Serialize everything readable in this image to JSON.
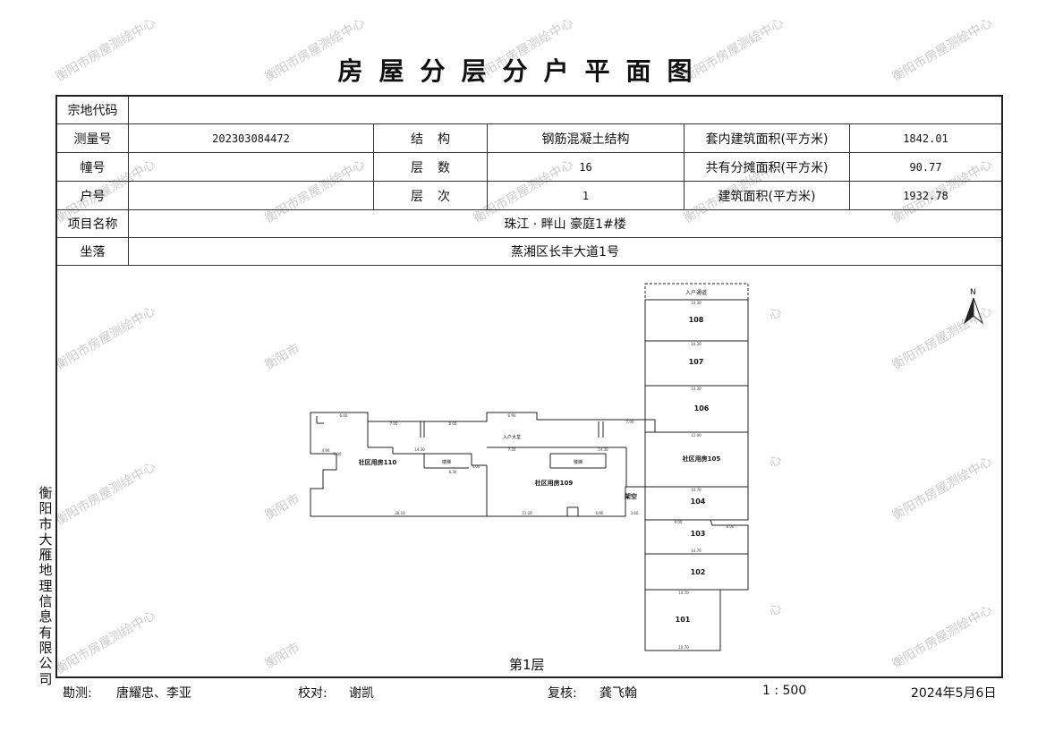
{
  "title": "房屋分层分户平面图",
  "watermark": "衡阳市房屋测绘中心",
  "watermark_short": "衡阳市",
  "watermark_tail": "心",
  "company": "衡阳市大雁地理信息有限公司",
  "table": {
    "parcel_code_label": "宗地代码",
    "parcel_code_value": "",
    "survey_no_label": "测量号",
    "survey_no_value": "202303084472",
    "structure_label": "结构",
    "structure_value": "钢筋混凝土结构",
    "inner_area_label": "套内建筑面积(平方米)",
    "inner_area_value": "1842.01",
    "building_no_label": "幢号",
    "building_no_value": "",
    "floors_label": "层数",
    "floors_value": "16",
    "shared_area_label": "共有分摊面积(平方米)",
    "shared_area_value": "90.77",
    "unit_no_label": "户号",
    "unit_no_value": "",
    "floor_label": "层次",
    "floor_value": "1",
    "building_area_label": "建筑面积(平方米)",
    "building_area_value": "1932.78",
    "project_name_label": "项目名称",
    "project_name_value": "珠江 · 畔山 豪庭1#楼",
    "location_label": "坐落",
    "location_value": "蒸湘区长丰大道1号"
  },
  "plan": {
    "floor_caption": "第1层",
    "north": "N",
    "rooms": {
      "r108": "108",
      "r107": "107",
      "r106": "106",
      "r105": "社区用房105",
      "r104": "104",
      "r103": "103",
      "r102": "102",
      "r101": "101",
      "r110": "社区用房110",
      "r109": "社区用房109",
      "entrance_top": "入户通道",
      "lobby": "入户大堂",
      "void": "架空",
      "stair1": "楼梯",
      "stair2": "楼梯"
    },
    "dims": {
      "d1": "6.00",
      "d2": "7.00",
      "d3": "8.00",
      "d4": "6.90",
      "d5": "7.00",
      "d6": "14.30",
      "d7": "7.20",
      "d8": "14.30",
      "d9": "8.30",
      "d10": "9.00",
      "d11": "28.10",
      "d12": "11.28",
      "d13": "6.90",
      "d14": "3.60",
      "d15": "12.00",
      "d16": "14.70",
      "d17": "9.00",
      "d18": "8.00",
      "d19": "14.70",
      "d20": "10.70",
      "d21": "10.70",
      "d22": "14.30",
      "d23": "14.30",
      "d24": "14.30",
      "d25": "4.90",
      "d26": "4.00"
    }
  },
  "footer": {
    "surveyor_label": "勘测:",
    "surveyor_value": "唐耀忠、李亚",
    "checker_label": "校对:",
    "checker_value": "谢凯",
    "reviewer_label": "复核:",
    "reviewer_value": "龚飞翰",
    "scale": "1 : 500",
    "date": "2024年5月6日"
  }
}
